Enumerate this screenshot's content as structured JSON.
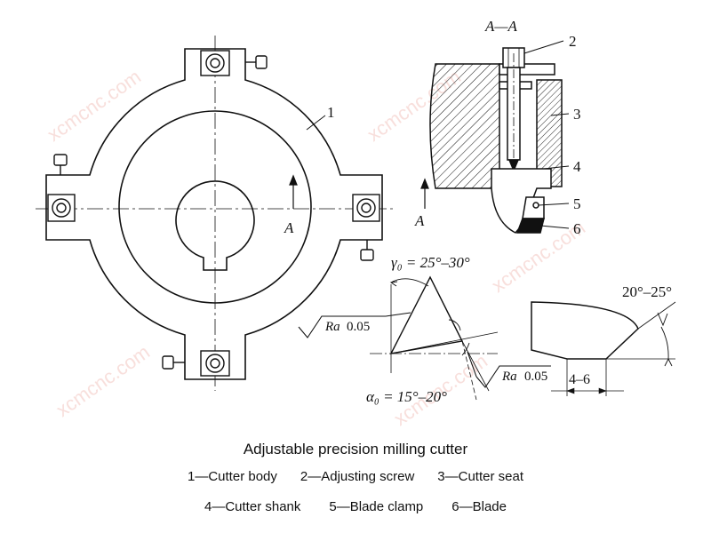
{
  "section_label": "A—A",
  "section_arrow_label_left": "A",
  "section_arrow_label_right": "A",
  "callouts": {
    "c1": "1",
    "c2": "2",
    "c3": "3",
    "c4": "4",
    "c5": "5",
    "c6": "6"
  },
  "angles": {
    "rake": "γ₀ = 25°–30°",
    "clearance": "α₀ = 15°–20°",
    "edge": "20°–25°",
    "width": "4–6"
  },
  "roughness": {
    "symbol": "Ra",
    "value_top": "0.05",
    "value_bottom": "0.05"
  },
  "watermark": "xcmcnc.com",
  "caption": {
    "title": "Adjustable precision milling cutter",
    "legend_row1": [
      "1—Cutter body",
      "2—Adjusting screw",
      "3—Cutter seat"
    ],
    "legend_row2": [
      "4—Cutter shank",
      "5—Blade clamp",
      "6—Blade"
    ]
  }
}
